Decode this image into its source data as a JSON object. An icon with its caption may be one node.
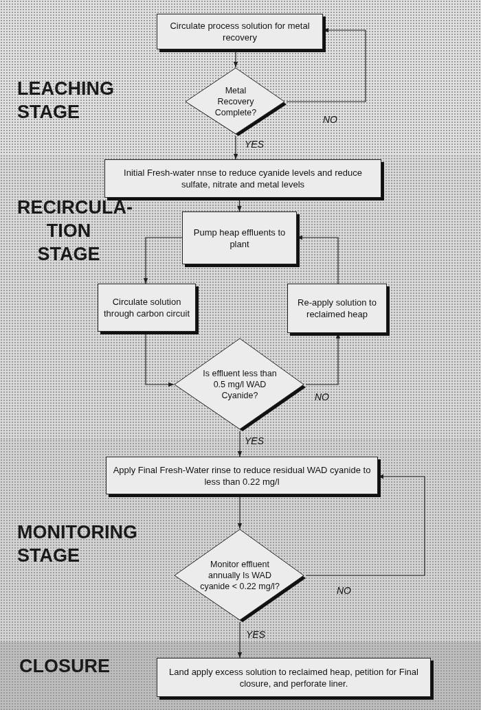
{
  "diagram": {
    "nodes": [
      {
        "text": [
          "LEACHING STAGE"
        ]
      },
      {
        "text": [
          "Circulate process solution for metal recovery"
        ],
        "in": 0
      },
      {
        "text": [
          "Metal Recovery Complete?"
        ],
        "in": 0
      },
      {
        "text": [
          "RECIRCULA- TION STAGE"
        ]
      },
      {
        "text": [
          "Initial Fresh-water nnse to reduce cyanide levels and reduce sulfate, nitrate and metal levels"
        ],
        "in": 3
      },
      {
        "text": [
          "Pump heap effluents to plant"
        ],
        "in": 3
      },
      {
        "text": [
          "Circulate solution through carbon circuit"
        ],
        "in": 3
      },
      {
        "text": [
          "Re-apply solution to reclaimed heap"
        ],
        "in": 3
      },
      {
        "text": [
          "Is effluent less than 0.5 mg/l WAD Cyanide?"
        ],
        "in": 3
      },
      {
        "text": [
          "MONITORING STAGE"
        ]
      },
      {
        "text": [
          "Apply Final Fresh-Water rinse to reduce residual WAD cyanide to less than 0.22 mg/l"
        ],
        "in": 9
      },
      {
        "text": [
          "Monitor effluent annually Is WAD cyanide < 0.22 mg/l?"
        ],
        "in": 9
      },
      {
        "text": [
          "CLOSURE"
        ]
      },
      {
        "text": [
          "Land apply excess solution to reclaimed heap, petition for Final closure, and perforate liner."
        ],
        "in": 12
      }
    ],
    "edges": [
      {
        "from": 1,
        "to": 2,
        "arrow": "to"
      },
      {
        "from": 2,
        "to": 1,
        "arrow": "to",
        "label": "NO"
      },
      {
        "from": 2,
        "to": 4,
        "arrow": "to",
        "label": "YES"
      },
      {
        "from": 4,
        "to": 5,
        "arrow": "to"
      },
      {
        "from": 5,
        "to": 6,
        "arrow": "to"
      },
      {
        "from": 6,
        "to": 8,
        "arrow": "to"
      },
      {
        "from": 8,
        "to": 7,
        "arrow": "to",
        "label": "NO"
      },
      {
        "from": 7,
        "to": 5,
        "arrow": "to"
      },
      {
        "from": 8,
        "to": 10,
        "arrow": "to",
        "label": "YES"
      },
      {
        "from": 10,
        "to": 11,
        "arrow": "to"
      },
      {
        "from": 11,
        "to": 10,
        "arrow": "to",
        "label": "NO"
      },
      {
        "from": 11,
        "to": 13,
        "arrow": "to",
        "label": "YES"
      }
    ]
  }
}
